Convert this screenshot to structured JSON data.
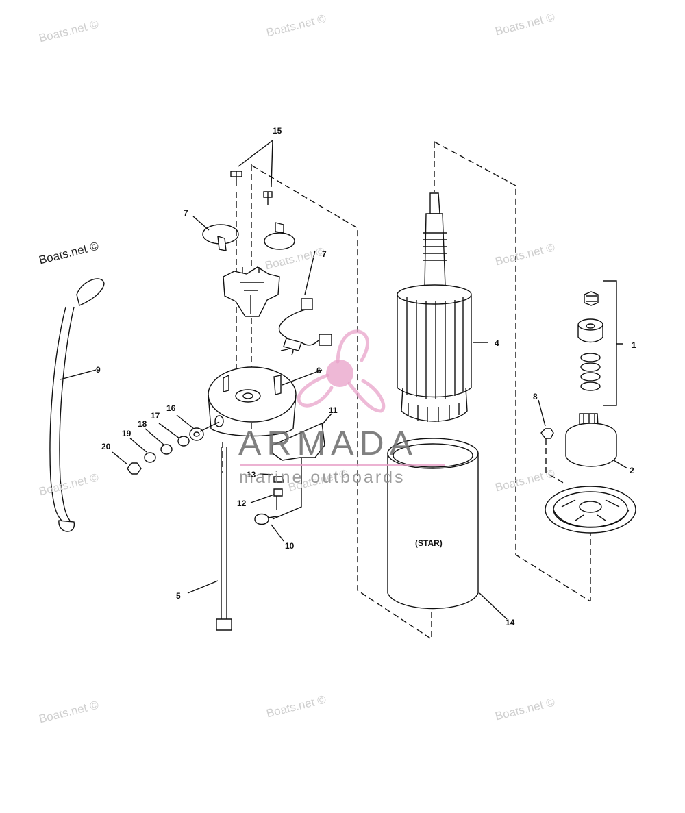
{
  "watermark_text": "Boats.net ©",
  "brand": {
    "name": "ARMADA",
    "tagline": "marine outboards",
    "accent_color": "#e8a0c8"
  },
  "star_label": "(STAR)",
  "callouts": [
    "1",
    "2",
    "4",
    "5",
    "6",
    "7",
    "7",
    "8",
    "9",
    "10",
    "11",
    "12",
    "13",
    "14",
    "15",
    "16",
    "17",
    "18",
    "19",
    "20"
  ]
}
